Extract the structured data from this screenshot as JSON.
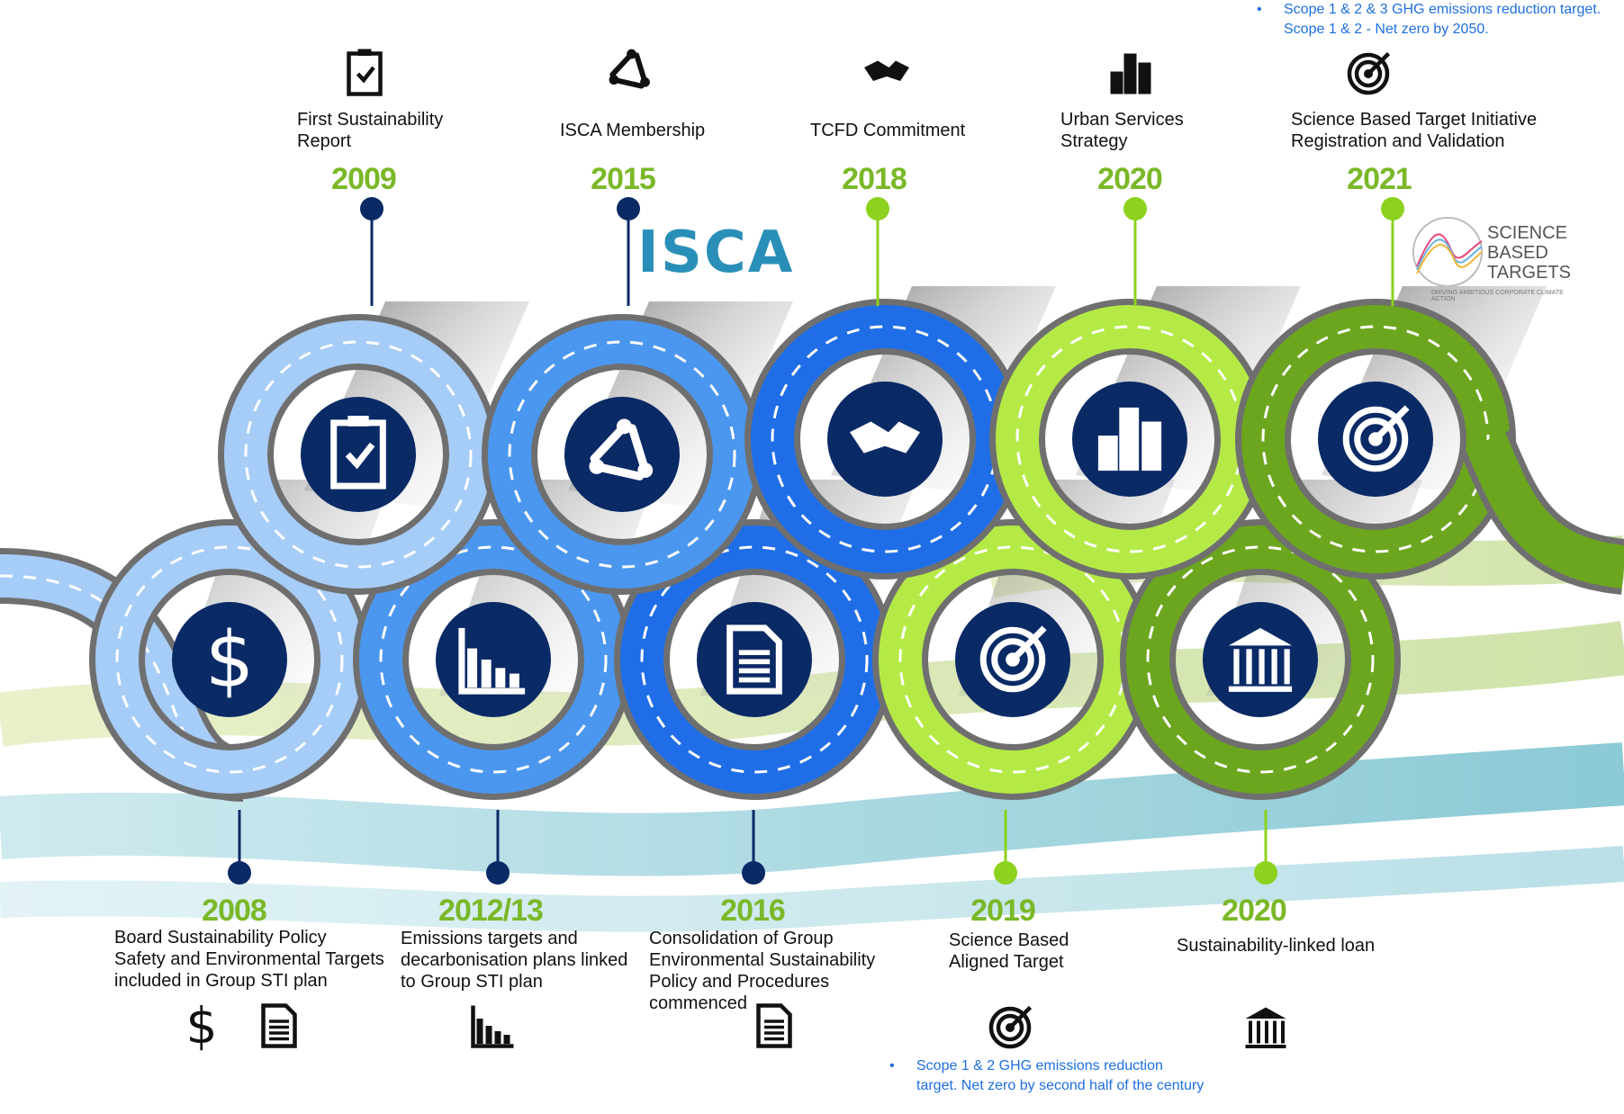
{
  "top_note": "Scope 1 & 2 & 3 GHG emissions reduction target. Scope 1 & 2 - Net zero by 2050.",
  "bottom_note": "Scope 1 & 2 GHG emissions reduction target. Net zero by second half of the century",
  "bullet": "•",
  "logos": {
    "isca": "ISCA",
    "sbt_line1": "SCIENCE",
    "sbt_line2": "BASED",
    "sbt_line3": "TARGETS",
    "sbt_tagline": "DRIVING AMBITIOUS CORPORATE CLIMATE ACTION"
  },
  "milestones_top": [
    {
      "year": "2009",
      "label_line1": "First Sustainability",
      "label_line2": "Report",
      "icon": "clipboard-icon",
      "color": "#0a2a66"
    },
    {
      "year": "2015",
      "label_line1": "ISCA Membership",
      "label_line2": "",
      "icon": "recycle-icon",
      "color": "#0a2a66"
    },
    {
      "year": "2018",
      "label_line1": "TCFD Commitment",
      "label_line2": "",
      "icon": "handshake-icon",
      "color": "#8cd21e"
    },
    {
      "year": "2020",
      "label_line1": "Urban Services",
      "label_line2": "Strategy",
      "icon": "buildings-icon",
      "color": "#8cd21e"
    },
    {
      "year": "2021",
      "label_line1": "Science Based Target Initiative",
      "label_line2": "Registration and Validation",
      "icon": "target-icon",
      "color": "#8cd21e"
    }
  ],
  "milestones_bottom": [
    {
      "year": "2008",
      "lines": [
        "Board Sustainability Policy",
        "Safety and Environmental Targets",
        "included in Group STI plan"
      ],
      "icon": "dollar-icon",
      "color": "#0a2a66"
    },
    {
      "year": "2012/13",
      "lines": [
        "Emissions targets and",
        "decarbonisation plans linked",
        "to Group STI plan"
      ],
      "icon": "chart-down-icon",
      "color": "#0a2a66"
    },
    {
      "year": "2016",
      "lines": [
        "Consolidation of Group",
        "Environmental Sustainability",
        "Policy and Procedures",
        "commenced"
      ],
      "icon": "document-icon",
      "color": "#0a2a66"
    },
    {
      "year": "2019",
      "lines": [
        "Science Based",
        "Aligned Target"
      ],
      "icon": "target-icon",
      "color": "#8cd21e"
    },
    {
      "year": "2020",
      "lines": [
        "Sustainability-linked loan"
      ],
      "icon": "bank-icon",
      "color": "#8cd21e"
    }
  ],
  "colors": {
    "year_green": "#7ab828",
    "dark_navy": "#0a2a66",
    "road_1": "#a6cdf7",
    "road_2": "#4b97ef",
    "road_3": "#1f6ee8",
    "road_4": "#b5ea46",
    "road_5": "#6ca61e",
    "note_blue": "#1e6fe0"
  }
}
